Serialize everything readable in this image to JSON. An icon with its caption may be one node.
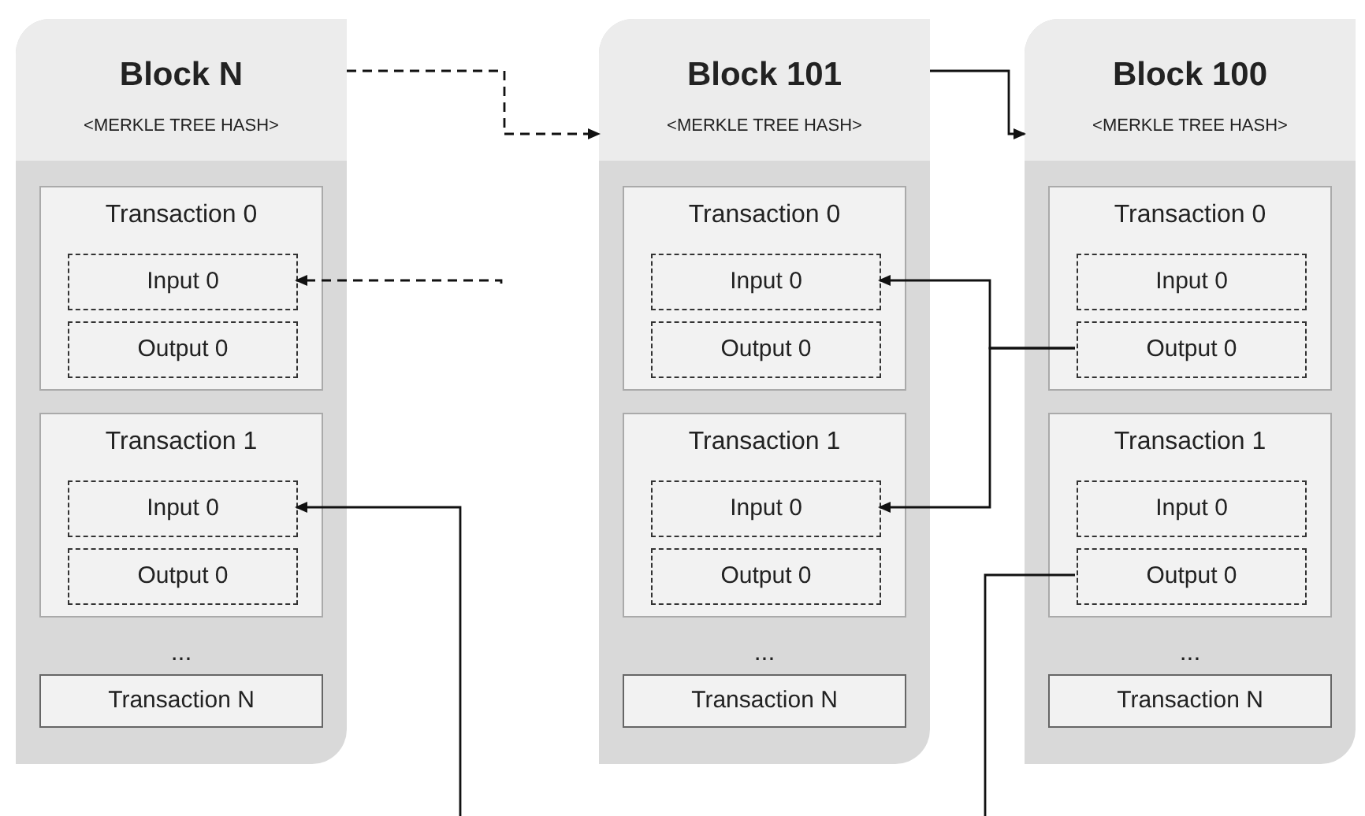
{
  "diagram": {
    "nodes": [
      {
        "text": [
          "Block N",
          "<MERKLE TREE HASH>"
        ]
      },
      {
        "text": [
          "Transaction 0"
        ],
        "in": 0
      },
      {
        "text": [
          "Input 0"
        ],
        "in": 1
      },
      {
        "text": [
          "Output 0"
        ],
        "in": 1
      },
      {
        "text": [
          "Transaction 1"
        ],
        "in": 0
      },
      {
        "text": [
          "Input 0"
        ],
        "in": 4
      },
      {
        "text": [
          "Output 0"
        ],
        "in": 4
      },
      {
        "text": [
          "Transaction N"
        ],
        "in": 0
      },
      {
        "text": [
          "Block 101",
          "<MERKLE TREE HASH>"
        ]
      },
      {
        "text": [
          "Transaction 0"
        ],
        "in": 8
      },
      {
        "text": [
          "Input 0"
        ],
        "in": 9
      },
      {
        "text": [
          "Output 0"
        ],
        "in": 9
      },
      {
        "text": [
          "Transaction 1"
        ],
        "in": 8
      },
      {
        "text": [
          "Input 0"
        ],
        "in": 12
      },
      {
        "text": [
          "Output 0"
        ],
        "in": 12
      },
      {
        "text": [
          "Transaction N"
        ],
        "in": 8
      },
      {
        "text": [
          "Block 100",
          "<MERKLE TREE HASH>"
        ]
      },
      {
        "text": [
          "Transaction 0"
        ],
        "in": 16
      },
      {
        "text": [
          "Input 0"
        ],
        "in": 17
      },
      {
        "text": [
          "Output 0"
        ],
        "in": 17
      },
      {
        "text": [
          "Transaction 1"
        ],
        "in": 16
      },
      {
        "text": [
          "Input 0"
        ],
        "in": 20
      },
      {
        "text": [
          "Output 0"
        ],
        "in": 20
      },
      {
        "text": [
          "Transaction N"
        ],
        "in": 16
      }
    ],
    "edges": [
      {
        "from": 0,
        "to": 8,
        "arrow": "to",
        "style": "dashed"
      },
      {
        "from": 8,
        "to": 16,
        "arrow": "to"
      },
      {
        "from": 19,
        "to": 10,
        "arrow": "to"
      },
      {
        "from": 19,
        "to": 13,
        "arrow": "to"
      },
      {
        "from": null,
        "to": 2,
        "arrow": "to",
        "style": "dashed"
      },
      {
        "from": null,
        "to": 5,
        "arrow": "to"
      },
      {
        "from": 22,
        "to": null,
        "arrow": "none"
      }
    ],
    "labels": [
      "...",
      "...",
      "..."
    ]
  }
}
